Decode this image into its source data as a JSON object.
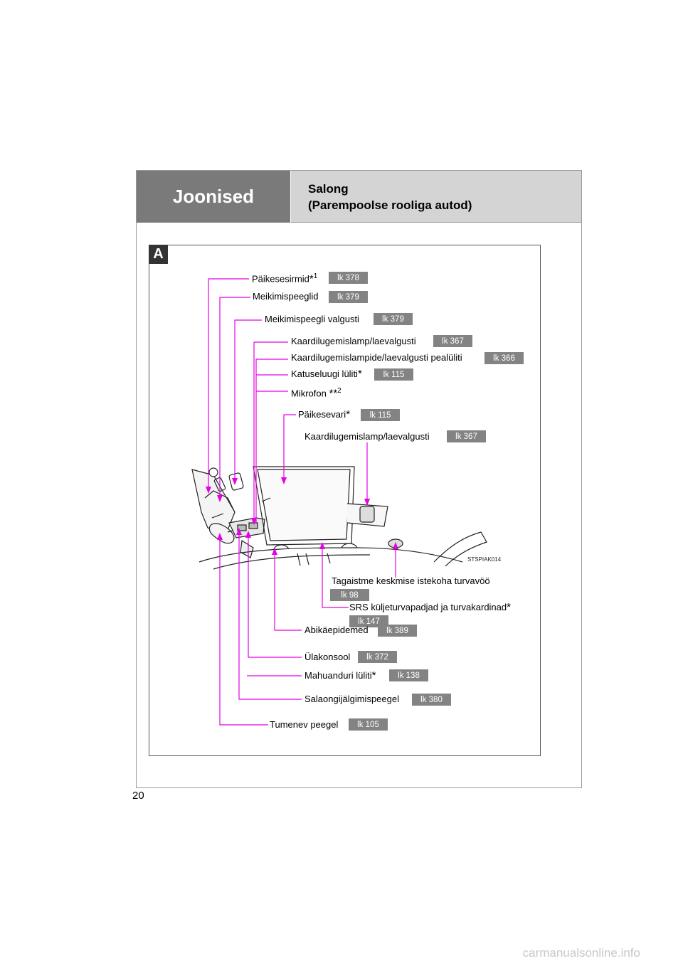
{
  "header": {
    "section": "Joonised",
    "title": "Salong\n(Parempoolse rooliga autod)"
  },
  "figure_letter": "A",
  "page_number": "20",
  "image_code": "STSPIAK014",
  "watermark": "carmanualsonline.info",
  "labels": {
    "sun_visors": "Päikesesirmid",
    "sun_visors_note": "1",
    "vanity_mirrors": "Meikimispeeglid",
    "vanity_lights": "Meikimispeegli valgusti",
    "map_lamp_1": "Kaardilugemislamp/laevalgusti",
    "main_switch": "Kaardilugemislampide/laevalgusti pealüliti",
    "moon_roof_switch": "Katuseluugi lüliti",
    "microphone": "Mikrofon",
    "microphone_note": "2",
    "sunshade": "Päikesevari",
    "map_lamp_2": "Kaardilugemislamp/laevalgusti",
    "rear_center_belt": "Tagaistme keskmise istekoha turvavöö",
    "srs_airbags": "SRS küljeturvapadjad ja turvakardinad",
    "assist_grips": "Abikäepidemed",
    "overhead_console": "Ülakonsool",
    "intrusion_switch": "Mahuanduri lüliti",
    "conversation_mirror": "Salaongijälgimispeegel",
    "dimming_mirror": "Tumenev peegel"
  },
  "refs": {
    "sun_visors": "lk 378",
    "vanity_mirrors": "lk 379",
    "vanity_lights": "lk 379",
    "map_lamp_1": "lk 367",
    "main_switch": "lk 366",
    "moon_roof_switch": "lk 115",
    "sunshade": "lk 115",
    "map_lamp_2": "lk 367",
    "rear_center_belt": "lk 98",
    "srs_airbags": "lk 147",
    "assist_grips": "lk 389",
    "overhead_console": "lk 372",
    "intrusion_switch": "lk 138",
    "conversation_mirror": "lk 380",
    "dimming_mirror": "lk 105"
  },
  "colors": {
    "leader": "#e600e6",
    "header_dark": "#7a7a7a",
    "header_light": "#d4d4d4",
    "ref_badge": "#838383"
  }
}
